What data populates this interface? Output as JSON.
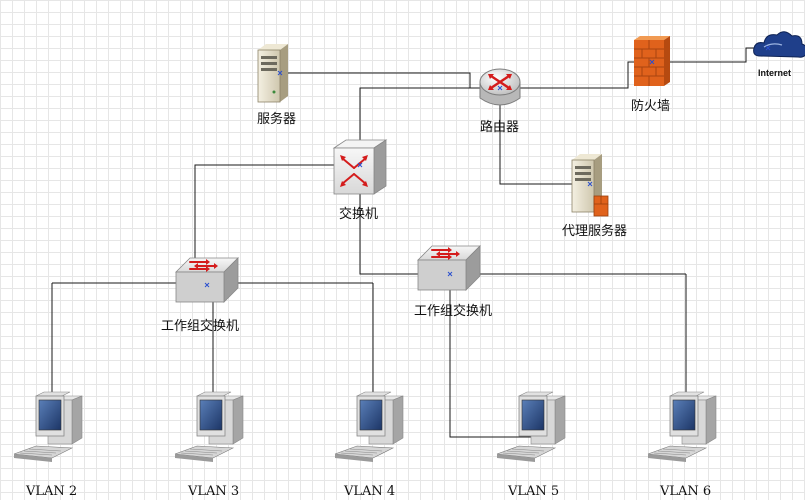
{
  "nodes": {
    "internet": {
      "label": "Internet"
    },
    "firewall": {
      "label": "防火墙"
    },
    "router": {
      "label": "路由器"
    },
    "server": {
      "label": "服务器"
    },
    "proxy_server": {
      "label": "代理服务器"
    },
    "core_switch": {
      "label": "交换机"
    },
    "workgroup_switch_left": {
      "label": "工作组交换机"
    },
    "workgroup_switch_right": {
      "label": "工作组交换机"
    },
    "pcs": [
      {
        "label": "VLAN 2"
      },
      {
        "label": "VLAN 3"
      },
      {
        "label": "VLAN 4"
      },
      {
        "label": "VLAN 5"
      },
      {
        "label": "VLAN 6"
      }
    ]
  },
  "colors": {
    "line": "#1a1a1a",
    "switch": "#cfcfcf",
    "router_arrows": "#d41c1c",
    "firewall": "#e0621c",
    "cloud": "#1f3f8a"
  },
  "icons": [
    "cloud-icon",
    "firewall-icon",
    "router-icon",
    "server-icon",
    "switch-icon",
    "computer-icon"
  ]
}
